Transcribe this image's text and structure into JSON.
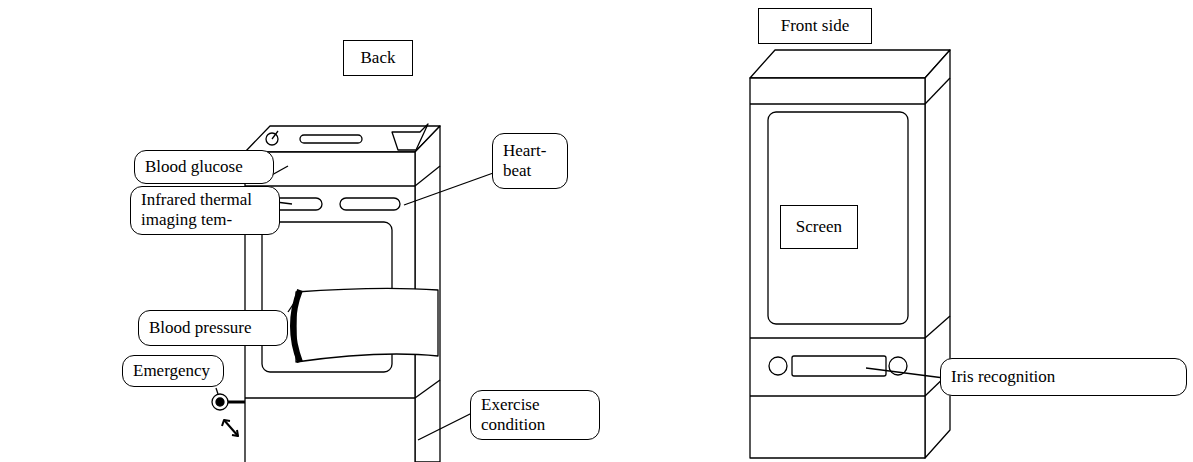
{
  "diagram": {
    "nodes": [
      {
        "text": [
          "Back"
        ]
      },
      {
        "text": [
          "Blood glucose"
        ]
      },
      {
        "text": [
          "Heart- beat"
        ]
      },
      {
        "text": [
          "Infrared thermal imaging tem-"
        ]
      },
      {
        "text": [
          "Blood pressure"
        ]
      },
      {
        "text": [
          "Emergency"
        ]
      },
      {
        "text": [
          "Exercise condition"
        ]
      },
      {
        "text": [
          "Front side"
        ]
      },
      {
        "text": [
          "Screen"
        ]
      },
      {
        "text": [
          "Iris recognition"
        ]
      }
    ]
  }
}
